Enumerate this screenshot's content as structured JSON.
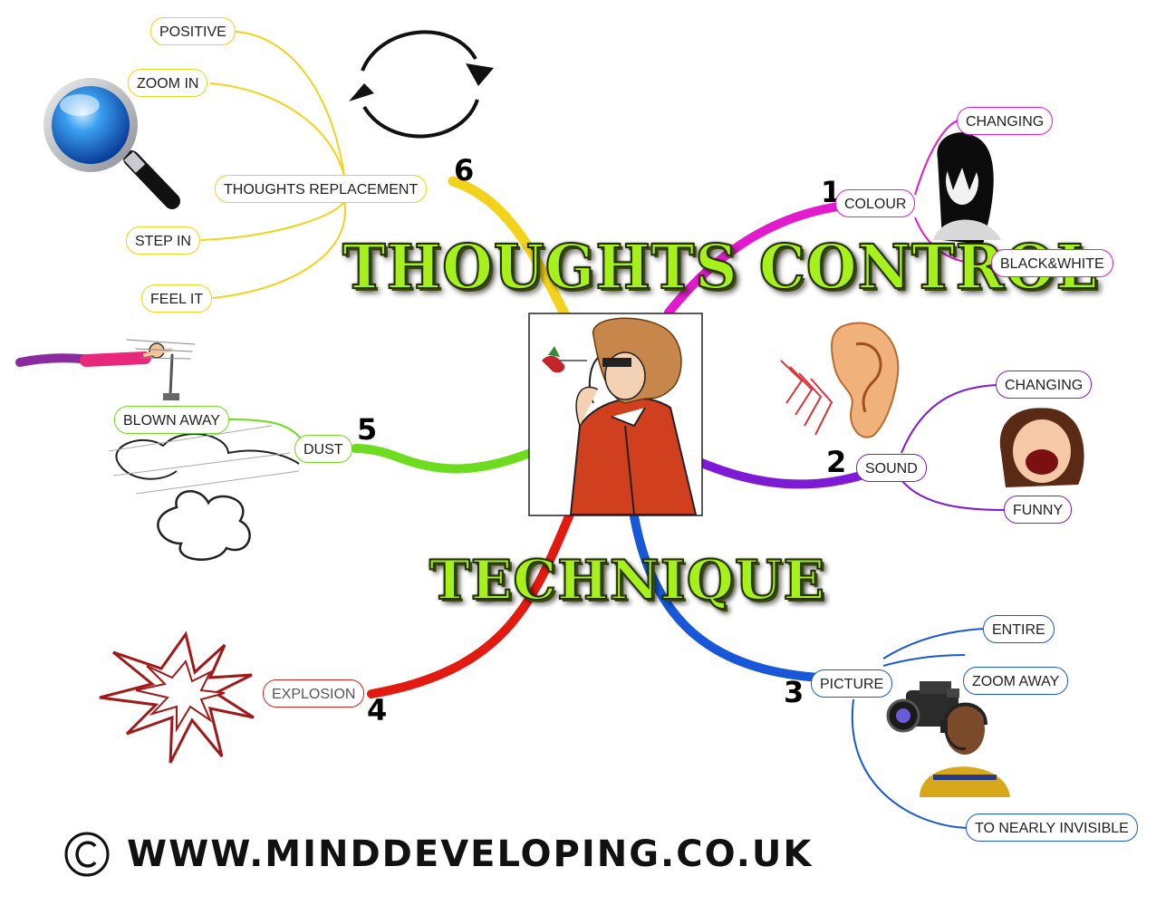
{
  "title": {
    "line1": "THOUGHTS CONTROL",
    "line2": "TECHNIQUE"
  },
  "branches": {
    "colour": {
      "number": "1",
      "label": "COLOUR",
      "children": [
        "CHANGING",
        "BLACK&WHITE"
      ]
    },
    "sound": {
      "number": "2",
      "label": "SOUND",
      "children": [
        "CHANGING",
        "FUNNY"
      ]
    },
    "picture": {
      "number": "3",
      "label": "PICTURE",
      "children": [
        "ENTIRE",
        "ZOOM AWAY",
        "TO NEARLY INVISIBLE"
      ]
    },
    "explosion": {
      "number": "4",
      "label": "EXPLOSION"
    },
    "dust": {
      "number": "5",
      "label": "DUST",
      "children": [
        "BLOWN AWAY"
      ]
    },
    "thoughts": {
      "number": "6",
      "label": "THOUGHTS REPLACEMENT",
      "children": [
        "POSITIVE",
        "ZOOM IN",
        "STEP IN",
        "FEEL IT"
      ]
    }
  },
  "colors": {
    "colour": "#e21ccc",
    "sound": "#7d1ad6",
    "picture": "#1757d8",
    "explosion": "#e21a10",
    "dust": "#6ddc1e",
    "thoughts": "#f2d21a"
  },
  "icons": [
    "magnifier-icon",
    "cycle-arrows-icon",
    "thinker-man-illustration",
    "ghost-girl-icon",
    "ear-icon",
    "laughing-face-icon",
    "video-camera-icon",
    "headset-person-icon",
    "explosion-icon",
    "dust-cloud-icon",
    "flying-man-icon",
    "copyright-icon"
  ],
  "footer": {
    "text": "WWW.MINDDEVELOPING.CO.UK"
  }
}
